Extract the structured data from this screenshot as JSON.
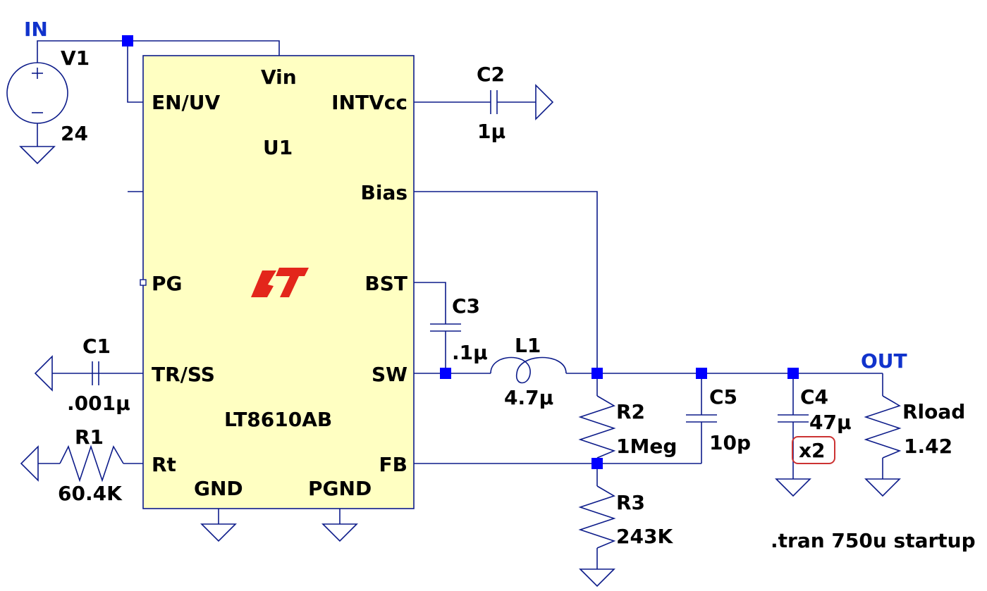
{
  "netlabels": {
    "in": "IN",
    "out": "OUT"
  },
  "v1": {
    "name": "V1",
    "value": "24"
  },
  "u1": {
    "name": "U1",
    "part": "LT8610AB",
    "pins": {
      "vin": "Vin",
      "en": "EN/UV",
      "intvcc": "INTVcc",
      "bias": "Bias",
      "pg": "PG",
      "bst": "BST",
      "trss": "TR/SS",
      "sw": "SW",
      "rt": "Rt",
      "fb": "FB",
      "gnd": "GND",
      "pgnd": "PGND"
    },
    "logo_color": "#e3261b",
    "body_color": "#ffffc2"
  },
  "c1": {
    "name": "C1",
    "value": ".001µ"
  },
  "c2": {
    "name": "C2",
    "value": "1µ"
  },
  "c3": {
    "name": "C3",
    "value": ".1µ"
  },
  "c4": {
    "name": "C4",
    "value": "47µ",
    "mult": "x2"
  },
  "c5": {
    "name": "C5",
    "value": "10p"
  },
  "r1": {
    "name": "R1",
    "value": "60.4K"
  },
  "r2": {
    "name": "R2",
    "value": "1Meg"
  },
  "r3": {
    "name": "R3",
    "value": "243K"
  },
  "l1": {
    "name": "L1",
    "value": "4.7µ"
  },
  "rload": {
    "name": "Rload",
    "value": "1.42"
  },
  "directive": ".tran 750u startup",
  "colors": {
    "wire": "#0d1c8a",
    "junction": "#0000ff",
    "netlabel": "#1133cc",
    "mult_box": "#cc3333"
  }
}
